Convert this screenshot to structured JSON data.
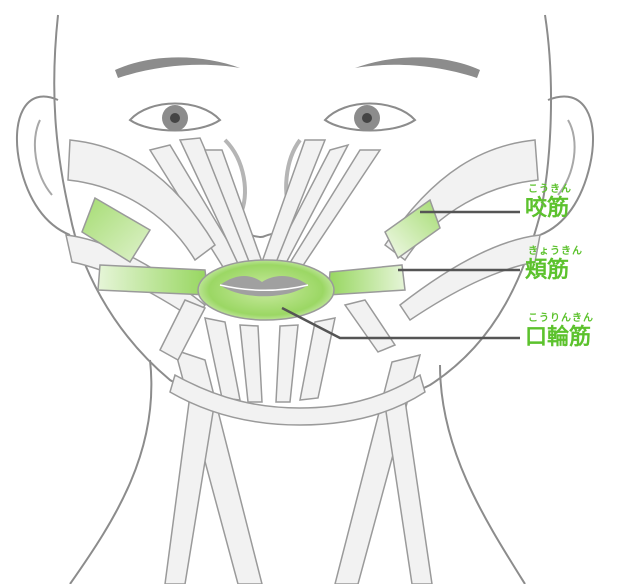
{
  "colors": {
    "accent": "#5cc22d",
    "muscle_highlight": "#a5dc72",
    "line": "#8c8c8c",
    "leader": "#555555",
    "muscle_fill": "#f2f2f2"
  },
  "labels": {
    "masseter": {
      "reading": "こうきん",
      "name": "咬筋"
    },
    "buccinator": {
      "reading": "きょうきん",
      "name": "頬筋"
    },
    "orbicularis_oris": {
      "reading": "こうりんきん",
      "name": "口輪筋"
    }
  }
}
